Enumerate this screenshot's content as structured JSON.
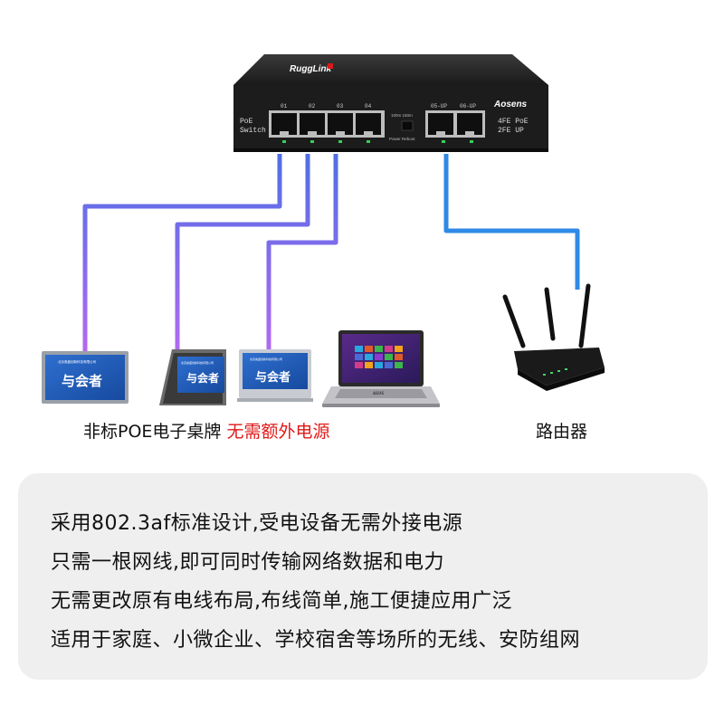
{
  "switch": {
    "brand": "RuggLink",
    "maker": "Aosens",
    "spec_line1": "4FE PoE",
    "spec_line2": "2FE UP",
    "poe_label_1": "PoE",
    "poe_label_2": "Switch",
    "ports": [
      "01",
      "02",
      "03",
      "04",
      "05-UP",
      "06-UP"
    ],
    "button_label": "Power Reboot",
    "speed_label": "100m 150m"
  },
  "devices": {
    "plate_text": "与会者",
    "plate_org": "北京奥盛创新科技有限公司",
    "laptop_brand": "ASUS"
  },
  "captions": {
    "left_main": "非标POE电子桌牌",
    "left_note": "无需额外电源",
    "router": "路由器"
  },
  "features": [
    "采用802.3af标准设计,受电设备无需外接电源",
    "只需一根网线,即可同时传输网络数据和电力",
    "无需更改原有电线布局,布线简单,施工便捷应用广泛",
    "适用于家庭、小微企业、学校宿舍等场所的无线、安防组网"
  ],
  "colors": {
    "poe_cable_gradient": [
      "#4f6fe6",
      "#b26af0"
    ],
    "uplink_cable": "#2f8ae6",
    "switch_body": "#1c1c1c",
    "note_red": "#e01818",
    "panel_bg": "#efefef"
  }
}
